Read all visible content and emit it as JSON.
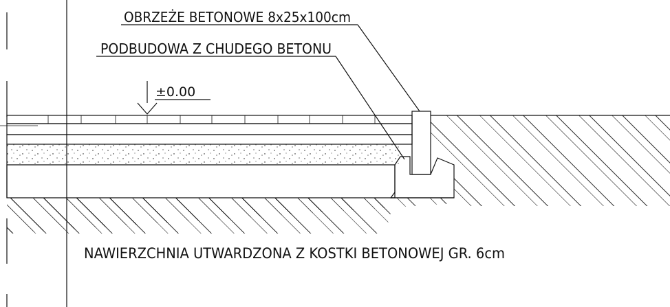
{
  "labels": {
    "curb": "OBRZEŻE BETONOWE 8x25x100cm",
    "base": "PODBUDOWA Z CHUDEGO BETONU",
    "level": "±0.00",
    "surface": "NAWIERZCHNIA UTWARDZONA Z KOSTKI BETONOWEJ GR. 6cm"
  },
  "colors": {
    "line": "#111111",
    "background": "#ffffff"
  }
}
